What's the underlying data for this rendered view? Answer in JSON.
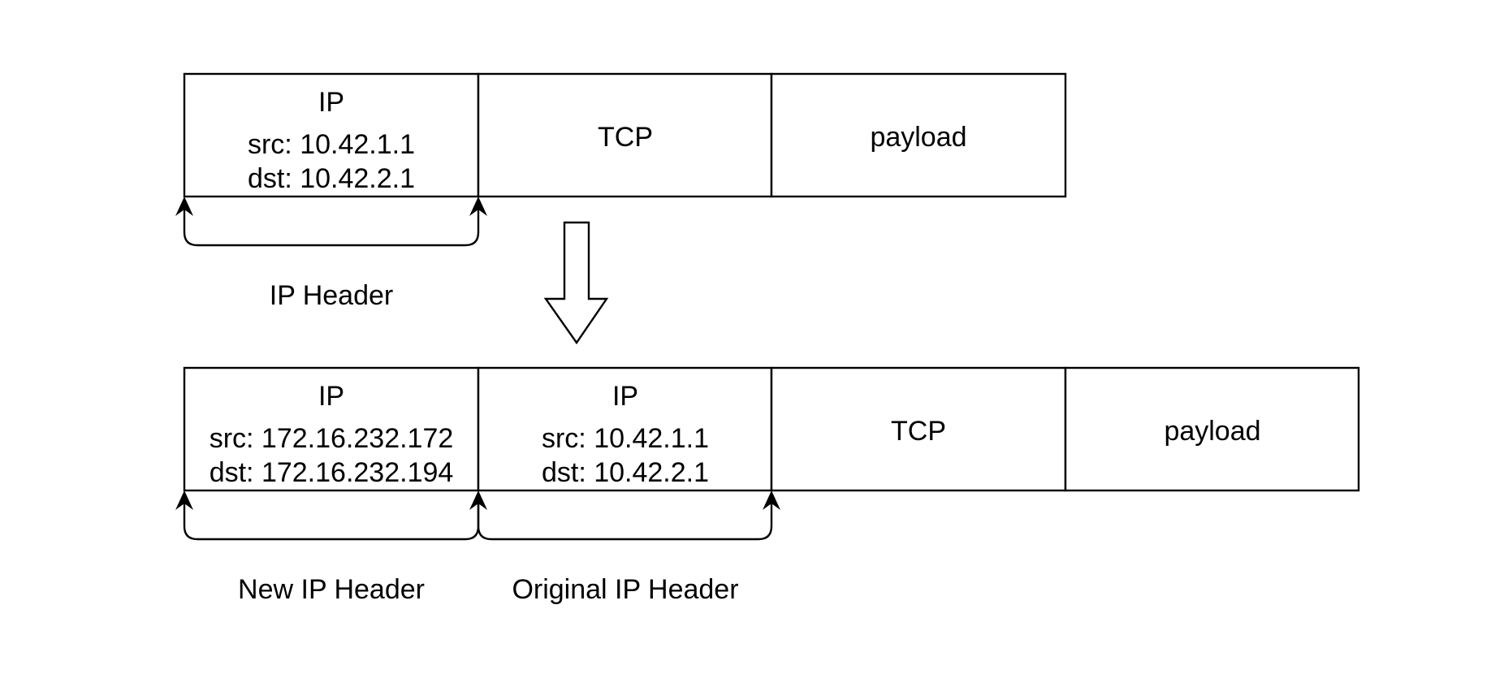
{
  "diagram": {
    "top_packet": {
      "ip": {
        "title": "IP",
        "src": "src: 10.42.1.1",
        "dst": "dst: 10.42.2.1"
      },
      "tcp": "TCP",
      "payload": "payload",
      "header_label": "IP Header"
    },
    "bottom_packet": {
      "new_ip": {
        "title": "IP",
        "src": "src: 172.16.232.172",
        "dst": "dst: 172.16.232.194"
      },
      "original_ip": {
        "title": "IP",
        "src": "src: 10.42.1.1",
        "dst": "dst: 10.42.2.1"
      },
      "tcp": "TCP",
      "payload": "payload",
      "new_header_label": "New IP Header",
      "original_header_label": "Original IP Header"
    }
  }
}
